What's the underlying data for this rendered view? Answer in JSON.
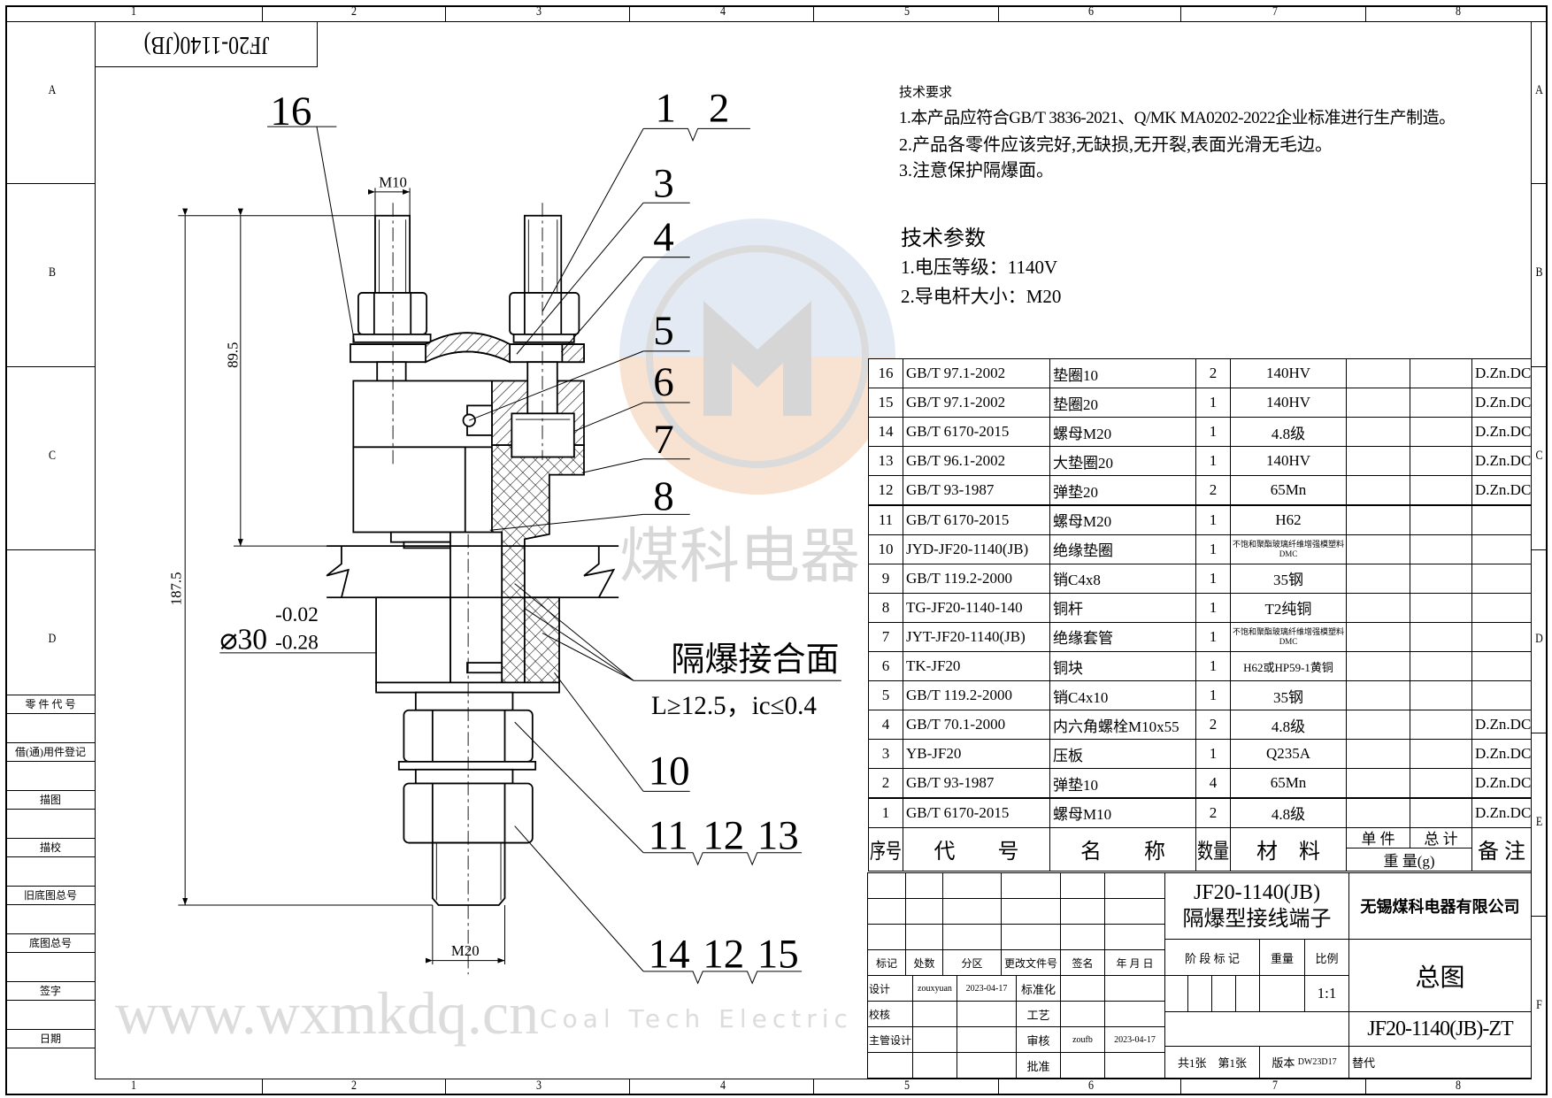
{
  "title_tab": "JF20-1140(JB)",
  "ruler": {
    "columns": [
      "1",
      "2",
      "3",
      "4",
      "5",
      "6",
      "7",
      "8"
    ],
    "rows": [
      "A",
      "B",
      "C",
      "D",
      "E",
      "F"
    ]
  },
  "tech_requirements": {
    "title": "技术要求",
    "items": [
      "1.本产品应符合GB/T 3836-2021、Q/MK MA0202-2022企业标准进行生产制造。",
      "2.产品各零件应该完好,无缺损,无开裂,表面光滑无毛边。",
      "3.注意保护隔爆面。"
    ]
  },
  "tech_params": {
    "title": "技术参数",
    "items": [
      "1.电压等级：1140V",
      "2.导电杆大小：M20"
    ]
  },
  "drawing": {
    "balloons": {
      "b16": "16",
      "b1": "1",
      "b2": "2",
      "b3": "3",
      "b4": "4",
      "b5": "5",
      "b6": "6",
      "b7": "7",
      "b8": "8",
      "b10": "10",
      "b11": "11",
      "b12a": "12",
      "b13": "13",
      "b14": "14",
      "b12b": "12",
      "b15": "15"
    },
    "dims": {
      "m10": "M10",
      "m20": "M20",
      "h89": "89.5",
      "h187": "187.5",
      "dia": "⌀30",
      "tol_upper": "-0.02",
      "tol_lower": "-0.28"
    },
    "flameproof_label": "隔爆接合面",
    "flameproof_spec": "L≥12.5，ic≤0.4"
  },
  "watermark": {
    "cn": "煤科电器",
    "en": "Coal Tech Electric",
    "url": "www.wxmkdq.cn",
    "colors": {
      "blue": "#dbe4f1",
      "orange": "#f6d9c2",
      "grey": "#c9c9c9"
    }
  },
  "parts": {
    "header": {
      "no": "序号",
      "code": "代　　号",
      "name": "名　　称",
      "qty": "数量",
      "material": "材　料",
      "unit": "单 件",
      "total": "总 计",
      "weight": "重 量(g)",
      "remark": "备 注"
    },
    "rows": [
      {
        "no": "16",
        "code": "GB/T 97.1-2002",
        "name": "垫圈10",
        "qty": "2",
        "material": "140HV",
        "unit": "",
        "total": "",
        "remark": "D.Zn.DC"
      },
      {
        "no": "15",
        "code": "GB/T 97.1-2002",
        "name": "垫圈20",
        "qty": "1",
        "material": "140HV",
        "unit": "",
        "total": "",
        "remark": "D.Zn.DC"
      },
      {
        "no": "14",
        "code": "GB/T 6170-2015",
        "name": "螺母M20",
        "qty": "1",
        "material": "4.8级",
        "unit": "",
        "total": "",
        "remark": "D.Zn.DC"
      },
      {
        "no": "13",
        "code": "GB/T 96.1-2002",
        "name": "大垫圈20",
        "qty": "1",
        "material": "140HV",
        "unit": "",
        "total": "",
        "remark": "D.Zn.DC"
      },
      {
        "no": "12",
        "code": "GB/T 93-1987",
        "name": "弹垫20",
        "qty": "2",
        "material": "65Mn",
        "unit": "",
        "total": "",
        "remark": "D.Zn.DC"
      },
      {
        "no": "11",
        "code": "GB/T 6170-2015",
        "name": "螺母M20",
        "qty": "1",
        "material": "H62",
        "unit": "",
        "total": "",
        "remark": ""
      },
      {
        "no": "10",
        "code": "JYD-JF20-1140(JB)",
        "name": "绝缘垫圈",
        "qty": "1",
        "material": "不饱和聚酯玻璃纤维增强模塑料DMC",
        "unit": "",
        "total": "",
        "remark": ""
      },
      {
        "no": "9",
        "code": "GB/T 119.2-2000",
        "name": "销C4x8",
        "qty": "1",
        "material": "35钢",
        "unit": "",
        "total": "",
        "remark": ""
      },
      {
        "no": "8",
        "code": "TG-JF20-1140-140",
        "name": "铜杆",
        "qty": "1",
        "material": "T2纯铜",
        "unit": "",
        "total": "",
        "remark": ""
      },
      {
        "no": "7",
        "code": "JYT-JF20-1140(JB)",
        "name": "绝缘套管",
        "qty": "1",
        "material": "不饱和聚酯玻璃纤维增强模塑料DMC",
        "unit": "",
        "total": "",
        "remark": ""
      },
      {
        "no": "6",
        "code": "TK-JF20",
        "name": "铜块",
        "qty": "1",
        "material": "H62或HP59-1黄铜",
        "unit": "",
        "total": "",
        "remark": ""
      },
      {
        "no": "5",
        "code": "GB/T 119.2-2000",
        "name": "销C4x10",
        "qty": "1",
        "material": "35钢",
        "unit": "",
        "total": "",
        "remark": ""
      },
      {
        "no": "4",
        "code": "GB/T 70.1-2000",
        "name": "内六角螺栓M10x55",
        "qty": "2",
        "material": "4.8级",
        "unit": "",
        "total": "",
        "remark": "D.Zn.DC"
      },
      {
        "no": "3",
        "code": "YB-JF20",
        "name": "压板",
        "qty": "1",
        "material": "Q235A",
        "unit": "",
        "total": "",
        "remark": "D.Zn.DC"
      },
      {
        "no": "2",
        "code": "GB/T 93-1987",
        "name": "弹垫10",
        "qty": "4",
        "material": "65Mn",
        "unit": "",
        "total": "",
        "remark": "D.Zn.DC"
      },
      {
        "no": "1",
        "code": "GB/T 6170-2015",
        "name": "螺母M10",
        "qty": "2",
        "material": "4.8级",
        "unit": "",
        "total": "",
        "remark": "D.Zn.DC"
      }
    ]
  },
  "title_block": {
    "rev_labels": [
      "标记",
      "处数",
      "分区",
      "更改文件号",
      "签名",
      "年 月 日"
    ],
    "design_label": "设计",
    "designer": "zouxyuan",
    "design_date": "2023-04-17",
    "standardize_label": "标准化",
    "check_label": "校核",
    "process_label": "工艺",
    "chief_label": "主管设计",
    "review_label": "审核",
    "reviewer": "zoufb",
    "review_date": "2023-04-17",
    "approve_label": "批准",
    "product_code": "JF20-1140(JB)",
    "product_name": "隔爆型接线端子",
    "company": "无锡煤科电器有限公司",
    "stage_label": "阶 段 标 记",
    "weight_label": "重量",
    "scale_label": "比例",
    "scale": "1:1",
    "drawing_type": "总图",
    "drawing_number": "JF20-1140(JB)-ZT",
    "sheets": "共1张　第1张",
    "version_label": "版本",
    "version": "DW23D17",
    "replace_label": "替代"
  },
  "stamp_panel": [
    "零 件 代 号",
    "借(通)用件登记",
    "描图",
    "描校",
    "旧底图总号",
    "底图总号",
    "签字",
    "日期"
  ]
}
